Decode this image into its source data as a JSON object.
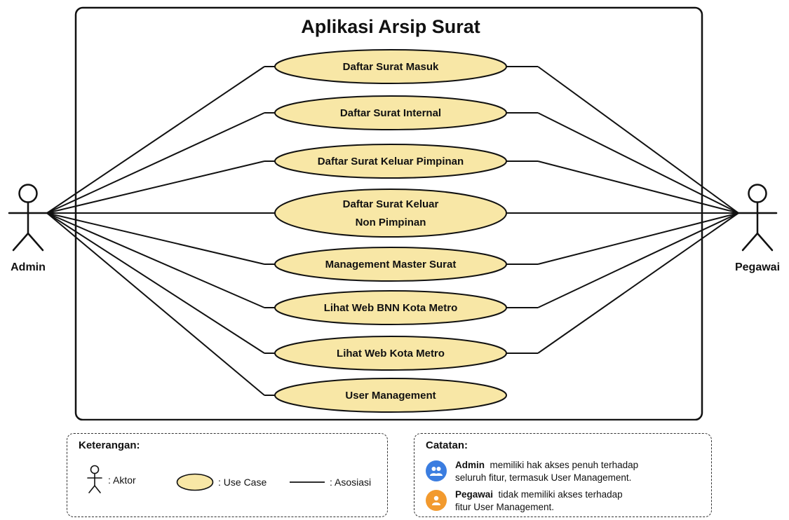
{
  "diagram": {
    "title": "Aplikasi Arsip Surat",
    "actors": [
      {
        "id": "admin",
        "label": "Admin"
      },
      {
        "id": "pegawai",
        "label": "Pegawai"
      }
    ],
    "use_cases": [
      {
        "id": "uc1",
        "lines": [
          "Daftar Surat Masuk"
        ]
      },
      {
        "id": "uc2",
        "lines": [
          "Daftar Surat Internal"
        ]
      },
      {
        "id": "uc3",
        "lines": [
          "Daftar Surat Keluar Pimpinan"
        ]
      },
      {
        "id": "uc4",
        "lines": [
          "Daftar Surat Keluar",
          "Non Pimpinan"
        ]
      },
      {
        "id": "uc5",
        "lines": [
          "Management Master Surat"
        ]
      },
      {
        "id": "uc6",
        "lines": [
          "Lihat Web BNN Kota Metro"
        ]
      },
      {
        "id": "uc7",
        "lines": [
          "Lihat Web Kota Metro"
        ]
      },
      {
        "id": "uc8",
        "lines": [
          "User Management"
        ]
      }
    ],
    "associations": {
      "admin": [
        "uc1",
        "uc2",
        "uc3",
        "uc4",
        "uc5",
        "uc6",
        "uc7",
        "uc8"
      ],
      "pegawai": [
        "uc1",
        "uc2",
        "uc3",
        "uc4",
        "uc5",
        "uc6",
        "uc7"
      ]
    },
    "colors": {
      "use_case_fill": "#f8e7a6",
      "line": "#111111",
      "boundary": "#111111"
    }
  },
  "keterangan": {
    "title": "Keterangan:",
    "aktor_label": ": Aktor",
    "use_case_label": ": Use Case",
    "asosiasi_label": ": Asosiasi"
  },
  "catatan": {
    "title": "Catatan:",
    "notes": [
      {
        "icon": "users-icon",
        "color": "#3b7de0",
        "bold": "Admin",
        "text_line1": "memiliki hak akses penuh terhadap",
        "text_line2": "seluruh fitur, termasuk User Management."
      },
      {
        "icon": "user-icon",
        "color": "#f29a2e",
        "bold": "Pegawai",
        "text_line1": "tidak memiliki akses terhadap",
        "text_line2": "fitur User Management."
      }
    ]
  }
}
